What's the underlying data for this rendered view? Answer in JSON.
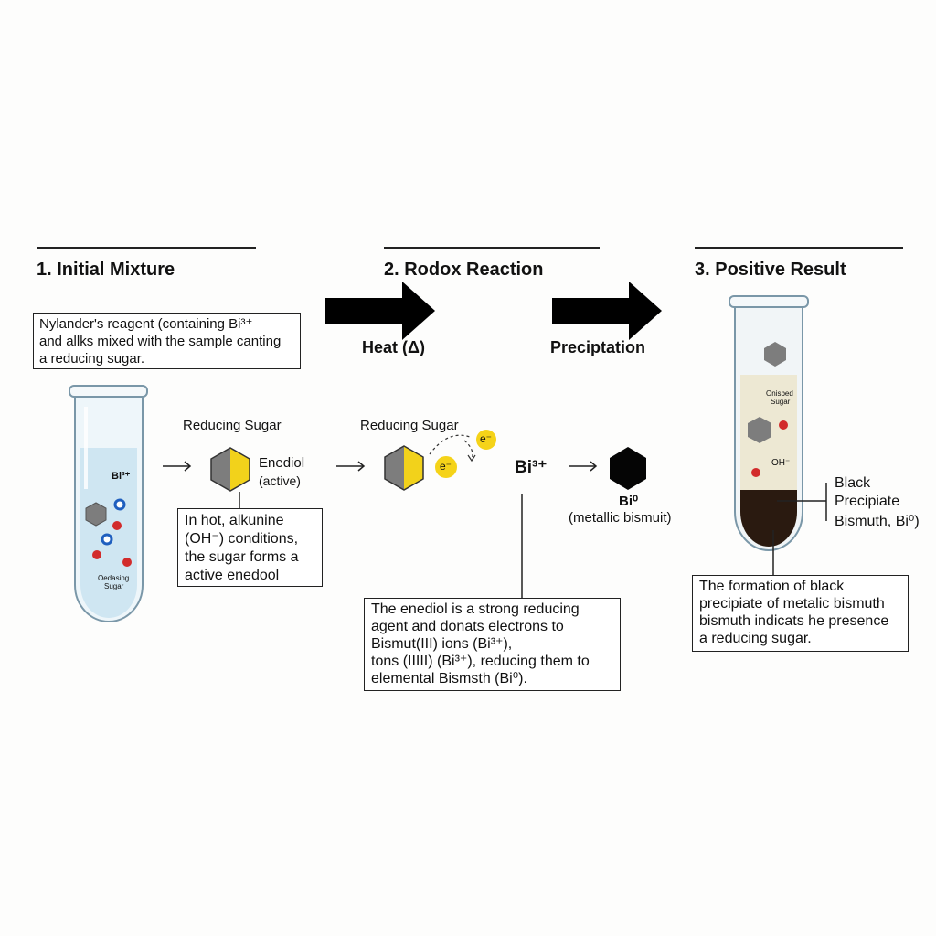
{
  "steps": [
    {
      "title": "1. Initial Mixture"
    },
    {
      "title": "2. Rodox Reaction"
    },
    {
      "title": "3. Positive Result"
    }
  ],
  "arrows": {
    "heat_label": "Heat (Δ)",
    "precip_label": "Preciptation"
  },
  "step1": {
    "box_lines": [
      "Nylander's reagent (containing Bi³⁺",
      "and allks mixed with the sample canting",
      "a reducing sugar."
    ],
    "tube_label": "Bi³⁺",
    "tube_sugar_label": [
      "Oedasing",
      "Sugar"
    ],
    "sugar_label": "Reducing Sugar",
    "enediol_label": "Enediol",
    "active_label": "(active)",
    "note_lines": [
      "In hot, alkunine",
      "(OH⁻) conditions,",
      "the sugar forms a",
      "active enedool"
    ]
  },
  "step2": {
    "sugar_label": "Reducing Sugar",
    "electron": "e⁻",
    "bi3_label": "Bi³⁺",
    "bi0_label": "Bi⁰",
    "metallic_label": "(metallic bismuit)",
    "note_lines": [
      "The enediol is a strong reducing",
      "agent and donats electrons to",
      "Bismut(III) ions (Bi³⁺),",
      "tons (IIIII) (Bi³⁺), reducing them to",
      "elemental Bismsth (Bi⁰)."
    ]
  },
  "step3": {
    "tube_label_oxidised": [
      "Onisbed",
      "Sugar"
    ],
    "tube_label_oh": "OH⁻",
    "precip_label_lines": [
      "Black",
      "Precipiate",
      "Bismuth, Bi⁰)"
    ],
    "note_lines": [
      "The formation of black",
      "precipiate of metalic bismuth",
      "bismuth indicats he presence",
      "a reducing sugar."
    ]
  },
  "colors": {
    "liquid": "#cfe6f2",
    "tube_glass": "#eef6fa",
    "sugar_gray": "#7d7d7d",
    "enediol_yellow": "#f2d21b",
    "electron_yellow": "#f5d319",
    "ion_blue": "#1f5fbf",
    "ion_red": "#d22b2b",
    "precipitate": "#2a1a10",
    "result_liquid": "#ede8d3"
  }
}
